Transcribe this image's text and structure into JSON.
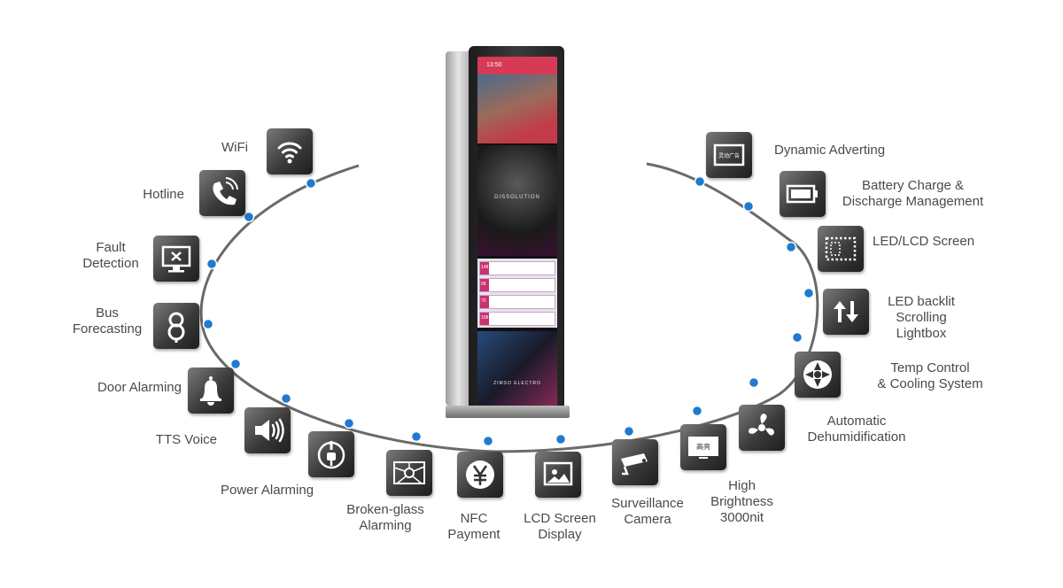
{
  "features": [
    {
      "id": "wifi",
      "label": "WiFi",
      "icon": "wifi-icon"
    },
    {
      "id": "hotline",
      "label": "Hotline",
      "icon": "phone-call-icon"
    },
    {
      "id": "fault",
      "label": "Fault\nDetection",
      "icon": "monitor-x-icon"
    },
    {
      "id": "bus",
      "label": "Bus\nForecasting",
      "icon": "bus-stop-icon"
    },
    {
      "id": "door",
      "label": "Door Alarming",
      "icon": "bell-icon"
    },
    {
      "id": "tts",
      "label": "TTS Voice",
      "icon": "speaker-icon"
    },
    {
      "id": "power",
      "label": "Power Alarming",
      "icon": "power-plug-icon"
    },
    {
      "id": "glass",
      "label": "Broken-glass\nAlarming",
      "icon": "broken-glass-icon"
    },
    {
      "id": "nfc",
      "label": "NFC\nPayment",
      "icon": "yen-coin-icon"
    },
    {
      "id": "lcd_display",
      "label": "LCD Screen\nDisplay",
      "icon": "picture-frame-icon"
    },
    {
      "id": "camera",
      "label": "Surveillance\nCamera",
      "icon": "camera-icon"
    },
    {
      "id": "brightness",
      "label": "High\nBrightness\n3000nit",
      "icon": "bright-screen-icon",
      "icon_text": "高亮"
    },
    {
      "id": "dehumid",
      "label": "Automatic\nDehumidification",
      "icon": "fan-icon"
    },
    {
      "id": "temp",
      "label": "Temp Control\n& Cooling System",
      "icon": "cooling-fan-icon"
    },
    {
      "id": "lightbox",
      "label": "LED backlit\nScrolling\nLightbox",
      "icon": "up-down-arrows-icon"
    },
    {
      "id": "led_lcd",
      "label": "LED/LCD Screen",
      "icon": "dotted-screen-icon"
    },
    {
      "id": "battery",
      "label": "Battery Charge &\nDischarge Management",
      "icon": "battery-icon"
    },
    {
      "id": "ads",
      "label": "Dynamic Adverting",
      "icon": "ad-screen-icon",
      "icon_text": "灵动广告"
    }
  ],
  "kiosk": {
    "clock": "13:50",
    "panel_caption": "DISSOLUTION",
    "poster_caption": "ZIMSO ELECTRO",
    "routes": [
      "148",
      "08",
      "70",
      "108"
    ]
  },
  "colors": {
    "ring": "#6a6a6a",
    "dot": "#1f7ad0",
    "icon_dark": "#2a2a2a",
    "text": "#4a4a4a"
  }
}
